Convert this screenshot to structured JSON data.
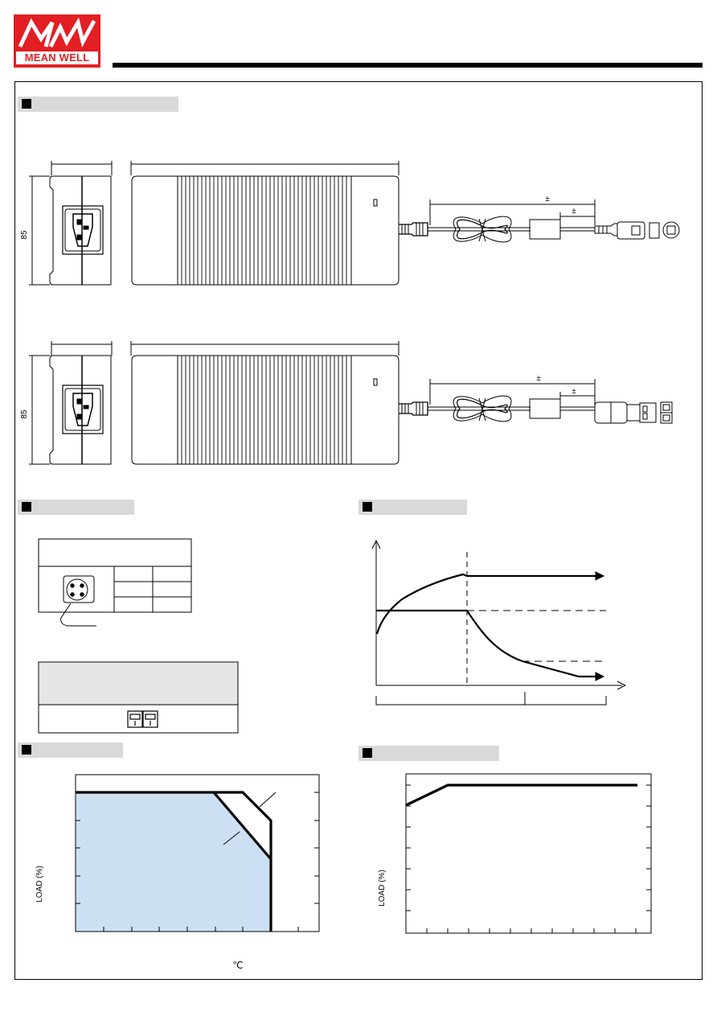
{
  "logo": {
    "brand": "MEAN WELL"
  },
  "sections": [
    {
      "id": "mechanical"
    },
    {
      "id": "pin-assignment"
    },
    {
      "id": "charging-curve"
    },
    {
      "id": "derating-curve"
    },
    {
      "id": "output-derating"
    }
  ],
  "mechanical": {
    "height_label_1": "85",
    "height_label_2": "85",
    "plus_minus": "±"
  },
  "derating": {
    "ylabel": "LOAD (%)",
    "unit_symbol": "℃"
  },
  "output_derating": {
    "ylabel": "LOAD (%)"
  },
  "colors": {
    "logo_red": "#e31e24",
    "section_bar": "#d9d9d9",
    "derating_fill": "#cddff2"
  }
}
